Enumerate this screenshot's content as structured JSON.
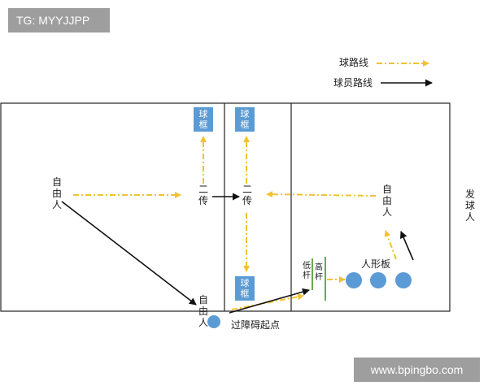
{
  "watermark_top": "TG: MYYJJPP",
  "watermark_bottom": "www.bpingbo.com",
  "legend": {
    "ball_path_label": "球路线",
    "player_path_label": "球员路线"
  },
  "colors": {
    "ball_path": "#f1c232",
    "player_path": "#111111",
    "goal_fill": "#5b9bd5",
    "player_fill": "#5b9bd5",
    "pole_green": "#6aa84f"
  },
  "labels": {
    "free_player_left": "自由人",
    "free_player_right": "自由人",
    "free_player_bottom": "自由人",
    "second_pass_1": "二传",
    "second_pass_2": "二传",
    "server": "发球人",
    "low_pole": "低杆",
    "high_pole": "高杆",
    "mannequin": "人形板",
    "obstacle_start": "过障碍起点"
  },
  "goals": {
    "goal_1": "球框",
    "goal_2": "球框",
    "goal_3": "球框"
  }
}
